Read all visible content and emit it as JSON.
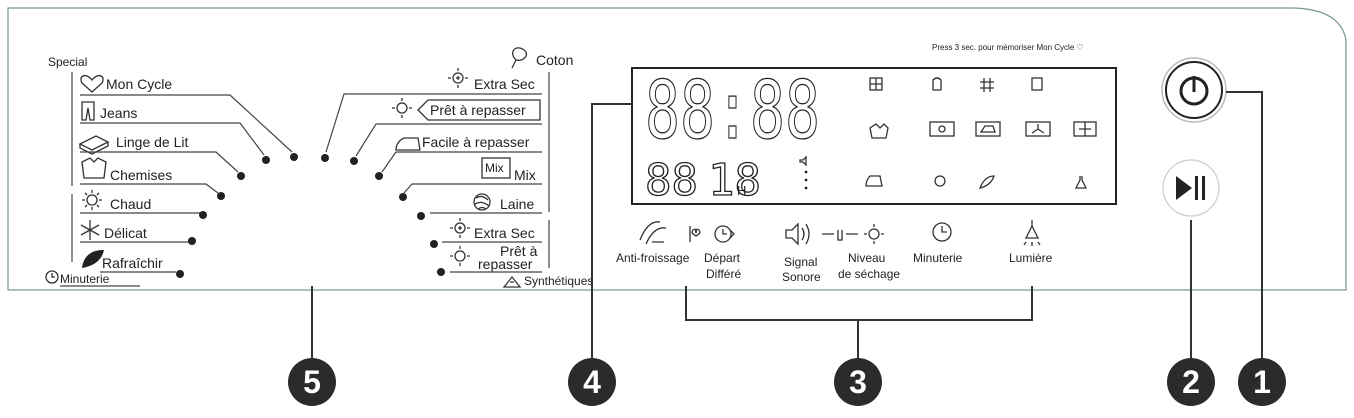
{
  "left_selector": {
    "header": "Special",
    "left_programs": [
      {
        "label": "Mon Cycle",
        "icon": "heart-icon"
      },
      {
        "label": "Jeans",
        "icon": "jeans-icon"
      },
      {
        "label": "Linge de Lit",
        "icon": "bedding-icon"
      },
      {
        "label": "Chemises",
        "icon": "shirt-icon"
      },
      {
        "label": "Chaud",
        "icon": "sun-icon"
      },
      {
        "label": "Délicat",
        "icon": "snowflake-icon"
      },
      {
        "label": "Rafraîchir",
        "icon": "leaf-icon"
      }
    ],
    "minuterie": "Minuterie",
    "coton": "Coton",
    "right_programs": [
      {
        "label": "Extra Sec",
        "icon": "sun-plus-icon"
      },
      {
        "label": "Prêt à repasser",
        "icon": "sun-icon"
      },
      {
        "label": "Facile à repasser",
        "icon": "iron-icon"
      },
      {
        "label": "Mix",
        "icon": "mix-box-icon",
        "box": "Mix"
      },
      {
        "label": "Laine",
        "icon": "wool-icon"
      },
      {
        "label": "Extra Sec",
        "icon": "sun-plus-icon"
      },
      {
        "label_line1": "Prêt à",
        "label_line2": "repasser",
        "icon": "sun-icon"
      }
    ],
    "synthetiques": "Synthétiques"
  },
  "display": {
    "memorize_note": "Press 3 sec. pour mémoriser Mon Cycle ♡",
    "big_digits": "88:88",
    "small_digits_left": "88",
    "small_digits_right": "18",
    "small_unit": "H"
  },
  "function_buttons": [
    {
      "label": "Anti-froissage",
      "icon": "anti-crease-icon"
    },
    {
      "label_line1": "Départ",
      "label_line2": "Différé",
      "icon": "delay-start-icon"
    },
    {
      "label_line1": "Signal",
      "label_line2": "Sonore",
      "icon": "speaker-icon"
    },
    {
      "label_line1": "Niveau",
      "label_line2": "de séchage",
      "icon": "dry-level-icon"
    },
    {
      "label": "Minuterie",
      "icon": "clock-icon"
    },
    {
      "label": "Lumière",
      "icon": "light-icon"
    }
  ],
  "callouts": [
    "5",
    "4",
    "3",
    "2",
    "1"
  ],
  "colors": {
    "callout_fill": "#2b2b2b",
    "panel_stroke": "#7a9a8a",
    "line": "#444444"
  }
}
